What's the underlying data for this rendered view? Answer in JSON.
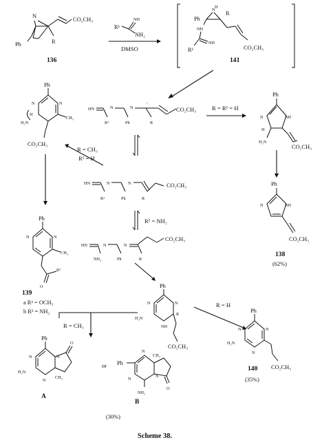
{
  "top": {
    "reagent": "R¹C(=NH)NH₂",
    "reagent_labels": [
      "R¹",
      "NH",
      "NH₂"
    ],
    "solvent": "DMSO",
    "start_compound": "136",
    "intermediate": "141"
  },
  "groups": {
    "ester": "CO₂CH₃",
    "phenyl": "Ph",
    "nh": "NH",
    "nh2": "NH₂",
    "r": "R",
    "r1": "R¹",
    "ch3": "CH₃",
    "n": "N",
    "hn": "HN",
    "h2n": "H₂N",
    "h": "H",
    "o": "O",
    "r2": "R²"
  },
  "conditions": {
    "to138": "R = R¹ = H",
    "to139a": "R = CH₃",
    "to139b": "R¹ = H",
    "mid": "R¹ = NH₂",
    "to140": "R = H",
    "toA": "R = CH₃"
  },
  "compounds": {
    "c138": {
      "label": "138",
      "yield": "(62%)"
    },
    "c139": {
      "label": "139",
      "a": "a  R² = OCH₃",
      "b": "b  R² = NH₂"
    },
    "c140": {
      "label": "140",
      "yield": "(35%)"
    },
    "cA": {
      "label": "A"
    },
    "cB": {
      "label": "B"
    },
    "or": "or",
    "yieldAB": "(30%)"
  },
  "caption": "Scheme 38."
}
